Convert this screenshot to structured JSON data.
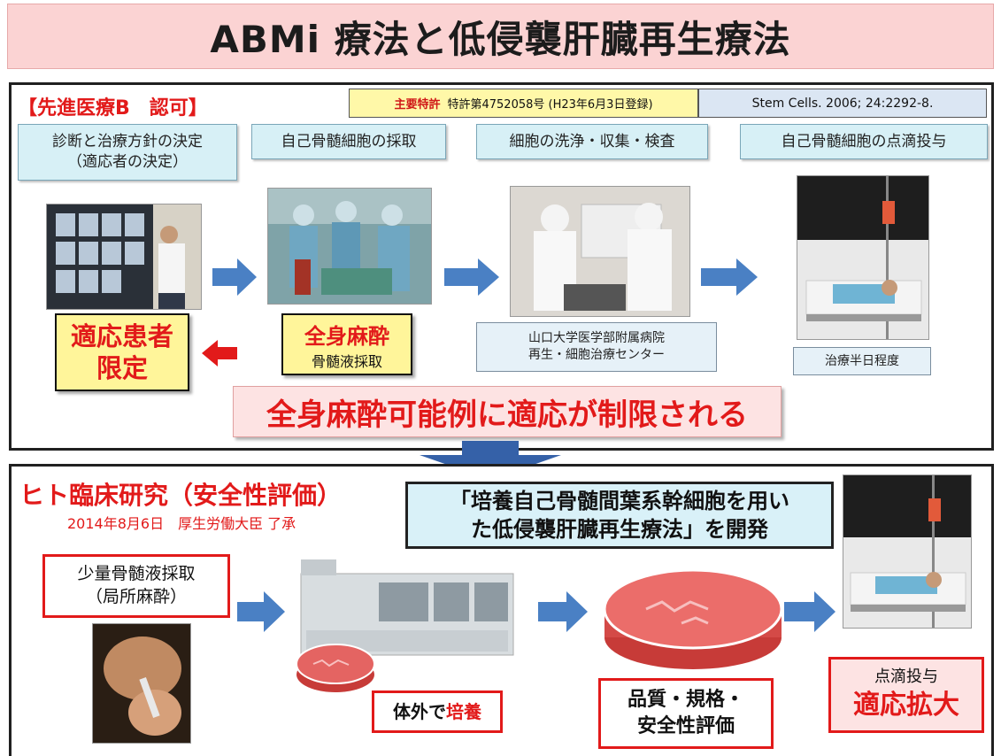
{
  "title": "ABMi 療法と低侵襲肝臓再生療法",
  "top": {
    "approval": "【先進医療B　認可】",
    "patent_label": "主要特許",
    "patent_text": "特許第4752058号 (H23年6月3日登録)",
    "reference": "Stem Cells. 2006; 24:2292-8.",
    "steps": [
      {
        "line1": "診断と治療方針の決定",
        "line2": "（適応者の決定）"
      },
      {
        "line1": "自己骨髄細胞の採取",
        "line2": ""
      },
      {
        "line1": "細胞の洗浄・収集・検査",
        "line2": ""
      },
      {
        "line1": "自己骨髄細胞の点滴投与",
        "line2": ""
      }
    ],
    "patient_box": {
      "line1": "適応患者",
      "line2": "限定"
    },
    "anesthesia_box": {
      "line1": "全身麻酔",
      "line2": "骨髄液採取"
    },
    "center_note": {
      "line1": "山口大学医学部附属病院",
      "line2": "再生・細胞治療センター"
    },
    "half_day_note": "治療半日程度",
    "restriction": "全身麻酔可能例に適応が制限される"
  },
  "bottom": {
    "heading": "ヒト臨床研究（安全性評価）",
    "date_line": "2014年8月6日　厚生労働大臣 了承",
    "development": {
      "line1": "「培養自己骨髄間葉系幹細胞を用い",
      "line2": "た低侵襲肝臓再生療法」を開発"
    },
    "small_collection": {
      "line1": "少量骨髄液採取",
      "line2": "（局所麻酔）"
    },
    "culture": {
      "prefix": "体外で",
      "highlight": "培養"
    },
    "quality": {
      "line1": "品質・規格・",
      "line2": "安全性評価"
    },
    "infusion": {
      "line1": "点滴投与",
      "line2": "適応拡大"
    }
  },
  "colors": {
    "accent_red": "#e21a1a",
    "arrow_blue": "#4a80c4",
    "title_pink": "#fbd3d3",
    "step_cyan": "#d7f0f6",
    "highlight_yellow": "#fff59a"
  }
}
